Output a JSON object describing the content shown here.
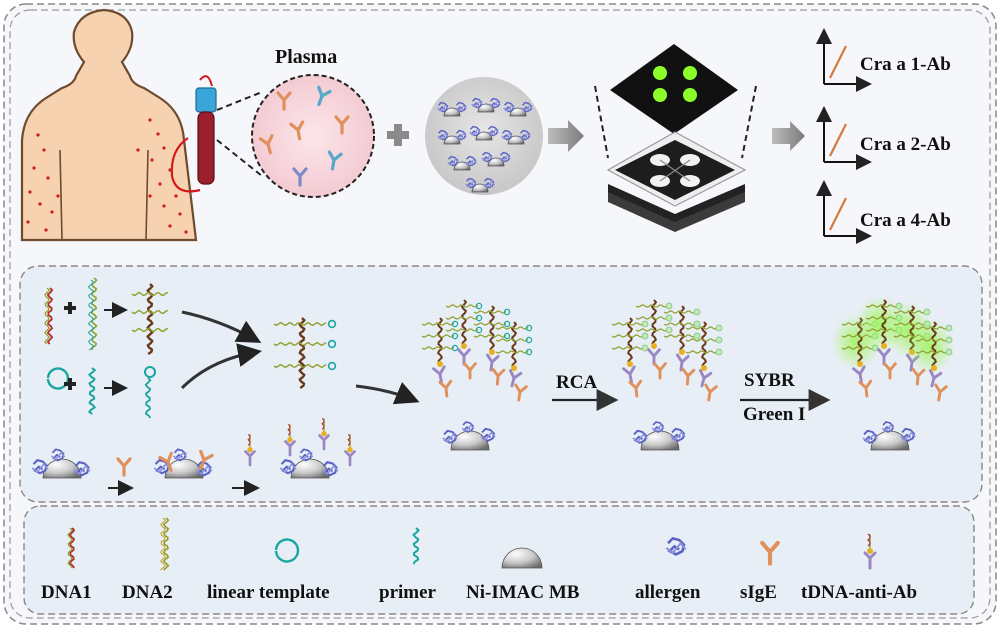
{
  "top": {
    "plasma_label": "Plasma",
    "assays": [
      "Cra a 1-Ab",
      "Cra a 2-Ab",
      "Cra a 4-Ab"
    ]
  },
  "middle": {
    "step1_label": "RCA",
    "step2_label_line1": "SYBR",
    "step2_label_line2": "Green I"
  },
  "legend": {
    "items": [
      "DNA1",
      "DNA2",
      "linear template",
      "primer",
      "Ni-IMAC MB",
      "allergen",
      "sIgE",
      "tDNA-anti-Ab"
    ]
  },
  "colors": {
    "skin": "#f6d2b0",
    "skin_outline": "#6e4a2e",
    "blood_dot": "#d31a1a",
    "antibody_orange": "#e0905a",
    "antibody_blue": "#55a9c9",
    "antibody_purple": "#7f89c7",
    "template_teal": "#18a6a0",
    "dna_green": "#8fa02a",
    "dna_red": "#b0302a",
    "spot_green": "#8cff2a",
    "panel_bg": "#f4f6fa",
    "mid_panel_bg": "#e8eef5"
  }
}
